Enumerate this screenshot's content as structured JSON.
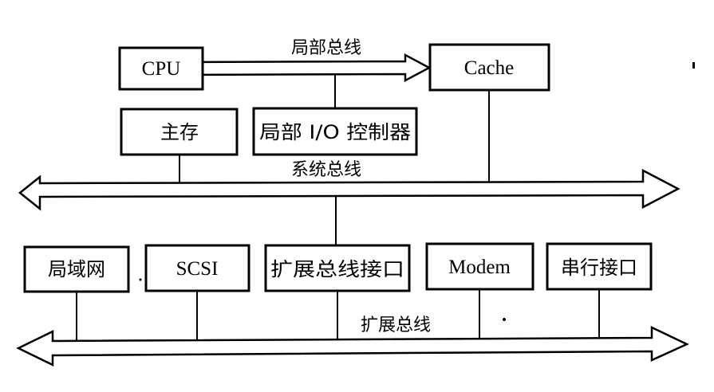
{
  "diagram": {
    "title": "",
    "buses": {
      "local_bus": "局部总线",
      "system_bus": "系统总线",
      "expansion_bus": "扩展总线"
    },
    "nodes": {
      "cpu": "CPU",
      "cache": "Cache",
      "main_memory": "主存",
      "local_io_controller": "局部 I/O 控制器",
      "lan": "局域网",
      "scsi": "SCSI",
      "expansion_bus_interface": "扩展总线接口",
      "modem": "Modem",
      "serial_interface": "串行接口"
    },
    "connections": [
      {
        "from": "CPU",
        "to": "局部总线"
      },
      {
        "from": "Cache",
        "to": "局部总线"
      },
      {
        "from": "局部 I/O 控制器",
        "to": "局部总线"
      },
      {
        "from": "Cache",
        "to": "系统总线"
      },
      {
        "from": "主存",
        "to": "系统总线"
      },
      {
        "from": "扩展总线接口",
        "to": "系统总线"
      },
      {
        "from": "扩展总线接口",
        "to": "扩展总线"
      },
      {
        "from": "局域网",
        "to": "扩展总线"
      },
      {
        "from": "SCSI",
        "to": "扩展总线"
      },
      {
        "from": "Modem",
        "to": "扩展总线"
      },
      {
        "from": "串行接口",
        "to": "扩展总线"
      }
    ]
  }
}
